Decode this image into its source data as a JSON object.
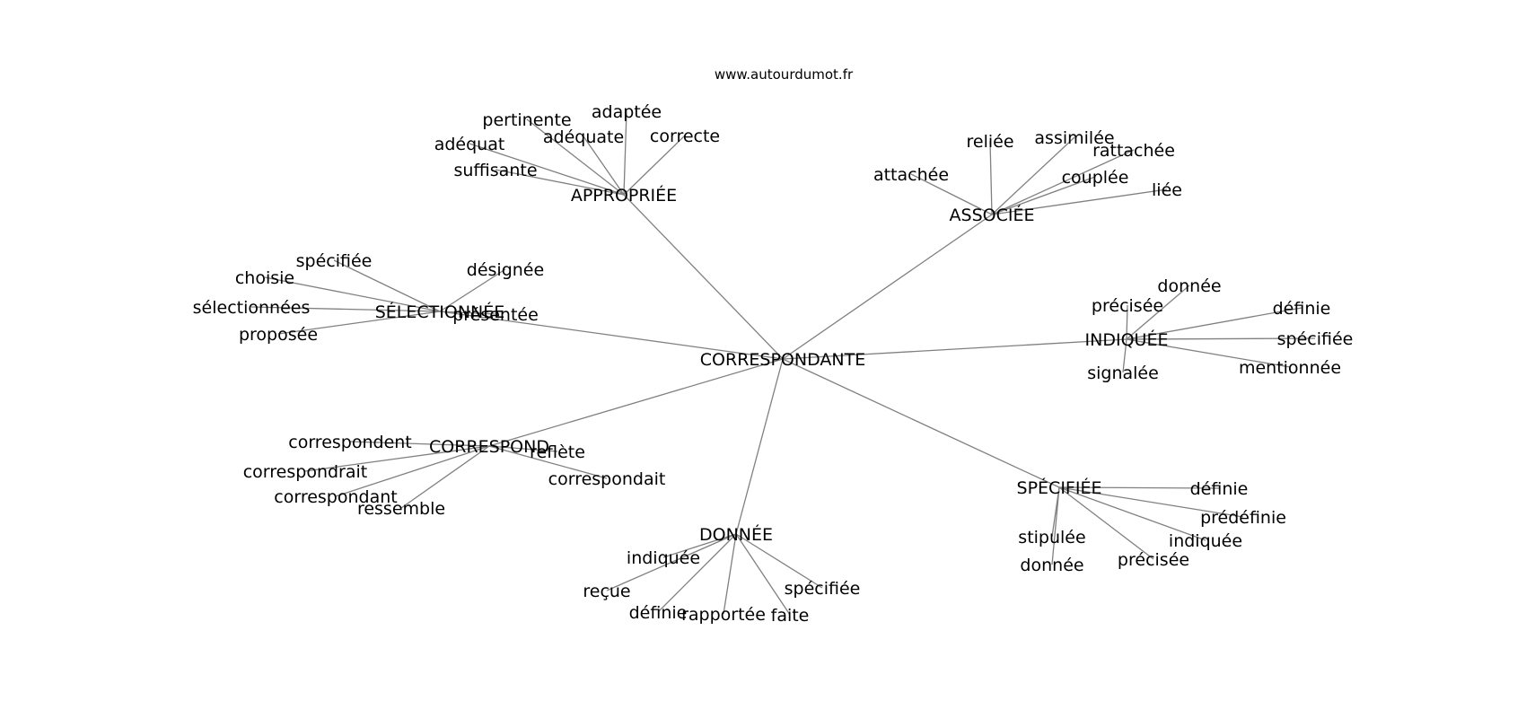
{
  "watermark": "www.autourdumot.fr",
  "colors": {
    "edge": "#808080",
    "text": "#000000",
    "background": "#ffffff"
  },
  "graph": {
    "center": "CORRESPONDANTE",
    "clusters": [
      {
        "id": "appropriee",
        "label": "APPROPRIÉE",
        "leaves": [
          "adaptée",
          "pertinente",
          "adéquate",
          "correcte",
          "adéquat",
          "suffisante"
        ]
      },
      {
        "id": "associee",
        "label": "ASSOCIÉE",
        "leaves": [
          "reliée",
          "assimilée",
          "rattachée",
          "attachée",
          "couplée",
          "liée"
        ]
      },
      {
        "id": "selectionnee",
        "label": "SÉLECTIONNÉE",
        "leaves": [
          "spécifiée",
          "choisie",
          "désignée",
          "sélectionnées",
          "présentée",
          "proposée"
        ]
      },
      {
        "id": "indiquee",
        "label": "INDIQUÉE",
        "leaves": [
          "donnée",
          "précisée",
          "définie",
          "spécifiée",
          "mentionnée",
          "signalée"
        ]
      },
      {
        "id": "correspond",
        "label": "CORRESPOND",
        "leaves": [
          "correspondent",
          "reflète",
          "correspondrait",
          "correspondait",
          "correspondant",
          "ressemble"
        ]
      },
      {
        "id": "specifiee",
        "label": "SPÉCIFIÉE",
        "leaves": [
          "définie",
          "prédéfinie",
          "stipulée",
          "indiquée",
          "donnée",
          "précisée"
        ]
      },
      {
        "id": "donnee",
        "label": "DONNÉE",
        "leaves": [
          "indiquée",
          "reçue",
          "spécifiée",
          "définie",
          "rapportée",
          "faite"
        ]
      }
    ]
  }
}
